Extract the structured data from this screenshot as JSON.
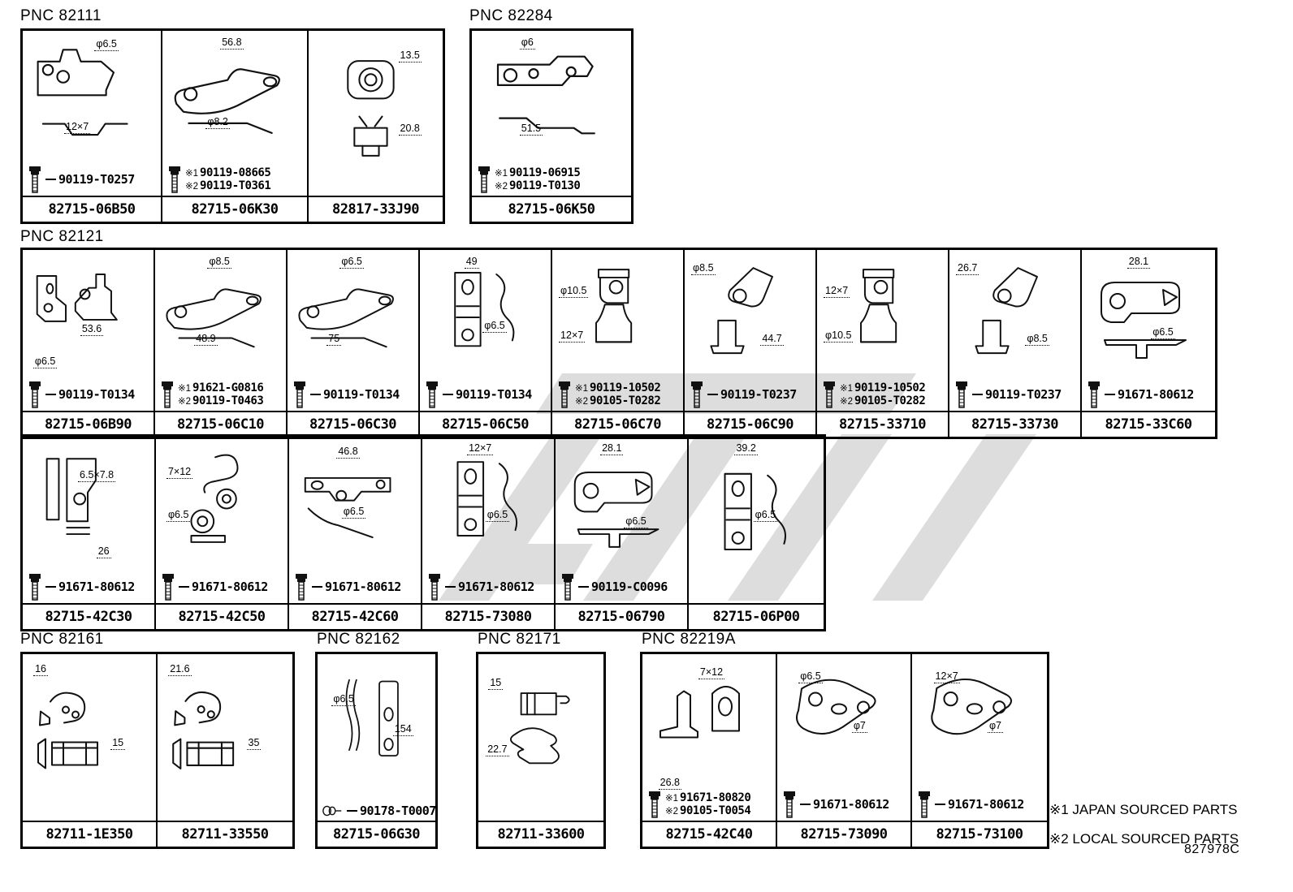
{
  "page": {
    "background": "#ffffff",
    "line_color": "#000000",
    "watermark_color": "#bdbdbd"
  },
  "sheet_code": "827978C",
  "notes": [
    "※1 JAPAN SOURCED PARTS",
    "※2 LOCAL SOURCED PARTS"
  ],
  "groups": [
    {
      "id": "g82111",
      "pnc": "PNC 82111",
      "cells": [
        {
          "part": "82715-06B50",
          "dims": [
            "φ6.5",
            "12×7"
          ],
          "shape": "v1",
          "fasteners": [
            {
              "note": "",
              "num": "90119-T0257",
              "icon": "bolt"
            }
          ]
        },
        {
          "part": "82715-06K30",
          "dims": [
            "56.8",
            "φ8.2"
          ],
          "shape": "v2",
          "fasteners": [
            {
              "note": "※1",
              "num": "90119-08665",
              "icon": "bolt"
            },
            {
              "note": "※2",
              "num": "90119-T0361",
              "icon": "bolt"
            }
          ]
        },
        {
          "part": "82817-33J90",
          "dims": [
            "13.5",
            "20.8"
          ],
          "shape": "v3",
          "fasteners": []
        }
      ]
    },
    {
      "id": "g82284",
      "pnc": "PNC 82284",
      "cells": [
        {
          "part": "82715-06K50",
          "dims": [
            "φ6",
            "51.5"
          ],
          "shape": "v4",
          "fasteners": [
            {
              "note": "※1",
              "num": "90119-06915",
              "icon": "bolt"
            },
            {
              "note": "※2",
              "num": "90119-T0130",
              "icon": "bolt"
            }
          ]
        }
      ]
    },
    {
      "id": "g82121a",
      "pnc": "PNC 82121",
      "cells": [
        {
          "part": "82715-06B90",
          "dims": [
            "φ6.5",
            "53.6"
          ],
          "shape": "v5",
          "fasteners": [
            {
              "note": "",
              "num": "90119-T0134",
              "icon": "bolt"
            }
          ]
        },
        {
          "part": "82715-06C10",
          "dims": [
            "φ8.5",
            "48.9"
          ],
          "shape": "v2",
          "fasteners": [
            {
              "note": "※1",
              "num": "91621-G0816",
              "icon": "bolt"
            },
            {
              "note": "※2",
              "num": "90119-T0463",
              "icon": "bolt"
            }
          ]
        },
        {
          "part": "82715-06C30",
          "dims": [
            "φ6.5",
            "75"
          ],
          "shape": "v2",
          "fasteners": [
            {
              "note": "",
              "num": "90119-T0134",
              "icon": "bolt"
            }
          ]
        },
        {
          "part": "82715-06C50",
          "dims": [
            "49",
            "φ6.5"
          ],
          "shape": "v6",
          "fasteners": [
            {
              "note": "",
              "num": "90119-T0134",
              "icon": "bolt"
            }
          ]
        },
        {
          "part": "82715-06C70",
          "dims": [
            "φ10.5",
            "12×7"
          ],
          "shape": "v7",
          "fasteners": [
            {
              "note": "※1",
              "num": "90119-10502",
              "icon": "bolt"
            },
            {
              "note": "※2",
              "num": "90105-T0282",
              "icon": "bolt"
            }
          ]
        },
        {
          "part": "82715-06C90",
          "dims": [
            "φ8.5",
            "44.7"
          ],
          "shape": "v8",
          "fasteners": [
            {
              "note": "",
              "num": "90119-T0237",
              "icon": "bolt"
            }
          ]
        },
        {
          "part": "82715-33710",
          "dims": [
            "12×7",
            "φ10.5"
          ],
          "shape": "v7",
          "fasteners": [
            {
              "note": "※1",
              "num": "90119-10502",
              "icon": "bolt"
            },
            {
              "note": "※2",
              "num": "90105-T0282",
              "icon": "bolt"
            }
          ]
        },
        {
          "part": "82715-33730",
          "dims": [
            "26.7",
            "φ8.5"
          ],
          "shape": "v8",
          "fasteners": [
            {
              "note": "",
              "num": "90119-T0237",
              "icon": "bolt"
            }
          ]
        },
        {
          "part": "82715-33C60",
          "dims": [
            "28.1",
            "φ6.5"
          ],
          "shape": "v9",
          "fasteners": [
            {
              "note": "",
              "num": "91671-80612",
              "icon": "bolt"
            }
          ]
        }
      ]
    },
    {
      "id": "g82121b",
      "pnc": null,
      "cells": [
        {
          "part": "82715-42C30",
          "dims": [
            "6.5×7.8",
            "26"
          ],
          "shape": "v10",
          "fasteners": [
            {
              "note": "",
              "num": "91671-80612",
              "icon": "bolt"
            }
          ]
        },
        {
          "part": "82715-42C50",
          "dims": [
            "7×12",
            "φ6.5"
          ],
          "shape": "v11",
          "fasteners": [
            {
              "note": "",
              "num": "91671-80612",
              "icon": "bolt"
            }
          ]
        },
        {
          "part": "82715-42C60",
          "dims": [
            "46.8",
            "φ6.5"
          ],
          "shape": "v12",
          "fasteners": [
            {
              "note": "",
              "num": "91671-80612",
              "icon": "bolt"
            }
          ]
        },
        {
          "part": "82715-73080",
          "dims": [
            "12×7",
            "φ6.5"
          ],
          "shape": "v6",
          "fasteners": [
            {
              "note": "",
              "num": "91671-80612",
              "icon": "bolt"
            }
          ]
        },
        {
          "part": "82715-06790",
          "dims": [
            "28.1",
            "φ6.5"
          ],
          "shape": "v9",
          "fasteners": [
            {
              "note": "",
              "num": "90119-C0096",
              "icon": "bolt"
            }
          ]
        },
        {
          "part": "82715-06P00",
          "dims": [
            "39.2",
            "φ6.5"
          ],
          "shape": "v6",
          "fasteners": []
        }
      ]
    },
    {
      "id": "g82161",
      "pnc": "PNC 82161",
      "cells": [
        {
          "part": "82711-1E350",
          "dims": [
            "16",
            "15"
          ],
          "shape": "v13",
          "fasteners": []
        },
        {
          "part": "82711-33550",
          "dims": [
            "21.6",
            "35"
          ],
          "shape": "v13",
          "fasteners": []
        }
      ]
    },
    {
      "id": "g82162",
      "pnc": "PNC 82162",
      "cells": [
        {
          "part": "82715-06G30",
          "dims": [
            "φ6.5",
            "154"
          ],
          "shape": "v14",
          "fasteners": [
            {
              "note": "",
              "num": "90178-T0007",
              "icon": "nut"
            }
          ]
        }
      ]
    },
    {
      "id": "g82171",
      "pnc": "PNC 82171",
      "cells": [
        {
          "part": "82711-33600",
          "dims": [
            "15",
            "22.7"
          ],
          "shape": "v15",
          "fasteners": []
        }
      ]
    },
    {
      "id": "g82219a",
      "pnc": "PNC 82219A",
      "cells": [
        {
          "part": "82715-42C40",
          "dims": [
            "7×12",
            "26.8"
          ],
          "shape": "v16",
          "fasteners": [
            {
              "note": "※1",
              "num": "91671-80820",
              "icon": "bolt"
            },
            {
              "note": "※2",
              "num": "90105-T0054",
              "icon": "bolt"
            }
          ]
        },
        {
          "part": "82715-73090",
          "dims": [
            "φ6.5",
            "φ7"
          ],
          "shape": "v17",
          "fasteners": [
            {
              "note": "",
              "num": "91671-80612",
              "icon": "bolt"
            }
          ]
        },
        {
          "part": "82715-73100",
          "dims": [
            "12×7",
            "φ7"
          ],
          "shape": "v17",
          "fasteners": [
            {
              "note": "",
              "num": "91671-80612",
              "icon": "bolt"
            }
          ]
        }
      ]
    }
  ]
}
